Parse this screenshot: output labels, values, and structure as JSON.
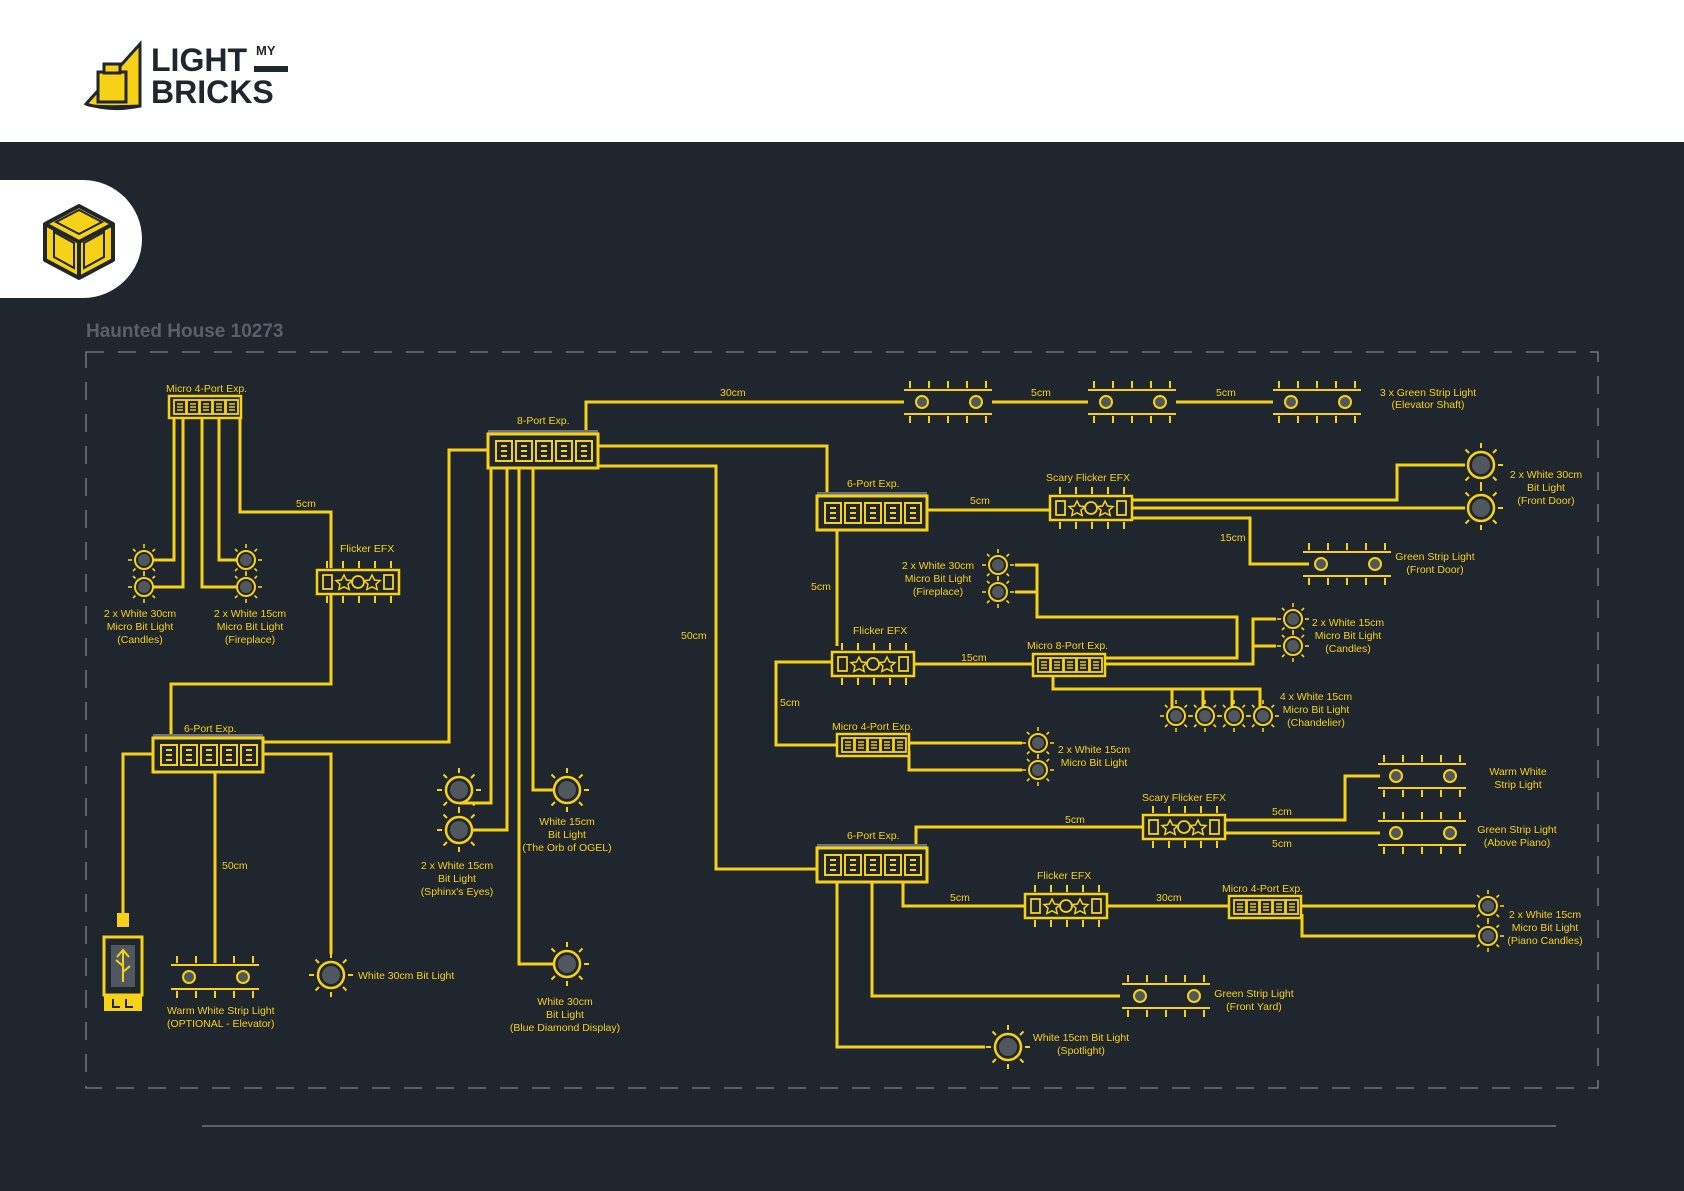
{
  "brand": {
    "line1": "LIGHT",
    "my": "MY",
    "line2": "BRICKS",
    "color": "#f7d117",
    "ink": "#1f262d"
  },
  "page": {
    "title": "Haunted House 10273"
  },
  "colors": {
    "background": "#1f262d",
    "wire": "#f7d117",
    "frame": "#6b727a",
    "heading": "#59606a"
  },
  "hubs": {
    "micro4a": "Micro 4-Port Exp.",
    "six_left": "6-Port Exp.",
    "eight": "8-Port Exp.",
    "six_top": "6-Port Exp.",
    "micro8": "Micro 8-Port Exp.",
    "micro4b": "Micro 4-Port Exp.",
    "six_bot": "6-Port Exp.",
    "micro4c": "Micro 4-Port Exp."
  },
  "effects": {
    "flicker_left": "Flicker EFX",
    "scary_top": "Scary Flicker EFX",
    "flicker_mid": "Flicker EFX",
    "scary_bot": "Scary Flicker EFX",
    "flicker_bot": "Flicker EFX"
  },
  "wire_labels": {
    "w5cm_left": "5cm",
    "w50cm_left": "50cm",
    "w30cm_top": "30cm",
    "w5cm_top1": "5cm",
    "w5cm_top2": "5cm",
    "w5cm_six": "5cm",
    "w15cm_front": "15cm",
    "w5cm_vert": "5cm",
    "w50cm_mid": "50cm",
    "w15cm_mid": "15cm",
    "w5cm_mid": "5cm",
    "w5cm_bot_top": "5cm",
    "w5cm_warm": "5cm",
    "w5cm_green": "5cm",
    "w5cm_flick": "5cm",
    "w30cm_bot": "30cm"
  },
  "lights": {
    "candles_left": [
      "2 x White 30cm",
      "Micro Bit Light",
      "(Candles)"
    ],
    "fireplace_left": [
      "2 x White 15cm",
      "Micro Bit Light",
      "(Fireplace)"
    ],
    "elevator_shaft": [
      "3 x Green Strip Light",
      "(Elevator Shaft)"
    ],
    "front_door_bits": [
      "2 x White 30cm",
      "Bit Light",
      "(Front Door)"
    ],
    "front_door_strip": [
      "Green Strip Light",
      "(Front Door)"
    ],
    "fireplace_mid": [
      "2 x White 30cm",
      "Micro Bit Light",
      "(Fireplace)"
    ],
    "candles_mid": [
      "2 x White 15cm",
      "Micro Bit Light",
      "(Candles)"
    ],
    "chandelier": [
      "4 x White 15cm",
      "Micro Bit Light",
      "(Chandelier)"
    ],
    "micro_bits": [
      "2 x White 15cm",
      "Micro Bit Light"
    ],
    "warm_white": [
      "Warm White",
      "Strip Light"
    ],
    "green_piano": [
      "Green Strip Light",
      "(Above Piano)"
    ],
    "piano_candles": [
      "2 x White 15cm",
      "Micro Bit Light",
      "(Piano Candles)"
    ],
    "front_yard": [
      "Green Strip Light",
      "(Front Yard)"
    ],
    "spotlight": [
      "White 15cm Bit Light",
      "(Spotlight)"
    ],
    "sphinx": [
      "2 x White 15cm",
      "Bit Light",
      "(Sphinx's Eyes)"
    ],
    "orb": [
      "White 15cm",
      "Bit Light",
      "(The Orb of OGEL)"
    ],
    "blue_diamond": [
      "White 30cm",
      "Bit Light",
      "(Blue Diamond Display)"
    ],
    "white30_bit": [
      "White 30cm Bit Light"
    ],
    "warm_elevator": [
      "Warm White Strip Light",
      "(OPTIONAL - Elevator)"
    ]
  }
}
